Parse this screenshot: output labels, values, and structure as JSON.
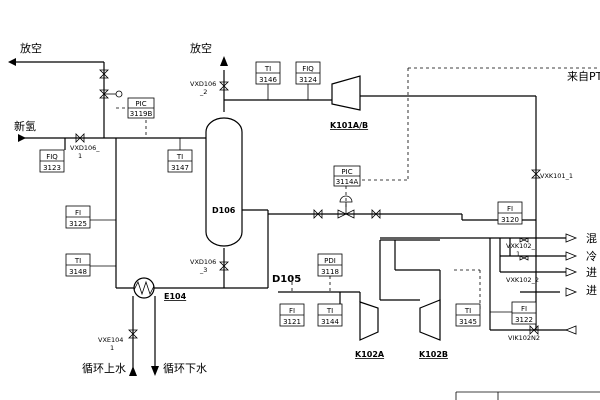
{
  "labels": {
    "vent_left": "放空",
    "vent_mid": "放空",
    "new_hydrogen": "新氢",
    "from_pt": "来自PT",
    "circ_water_in": "循环上水",
    "circ_water_out": "循环下水",
    "mix": "混",
    "cold": "冷",
    "out1": "进",
    "out2": "进"
  },
  "equipment": {
    "d106": "D106",
    "d105": "D105",
    "e104": "E104",
    "k101ab": "K101A/B",
    "k102a": "K102A",
    "k102b": "K102B"
  },
  "valves": {
    "vxd106_1": [
      "VXD106_",
      "1"
    ],
    "vxd106_2": [
      "VXD106",
      "_2"
    ],
    "vxd106_3": [
      "VXD106",
      "_3"
    ],
    "vxe104_1": [
      "VXE104",
      "1"
    ],
    "vxk101_1": "VXK101_1",
    "vxk102_1": [
      "VXK102_",
      "1"
    ],
    "vxk102_2": "VXK102_2",
    "vik102n2": "VIK102N2"
  },
  "instruments": {
    "pic3119b": [
      "PIC",
      "3119B"
    ],
    "fiq3123": [
      "FIQ",
      "3123"
    ],
    "ti3147": [
      "TI",
      "3147"
    ],
    "fi3125": [
      "FI",
      "3125"
    ],
    "ti3148": [
      "TI",
      "3148"
    ],
    "ti3146": [
      "TI",
      "3146"
    ],
    "fiq3124": [
      "FIQ",
      "3124"
    ],
    "pic3114a": [
      "PIC",
      "3114A"
    ],
    "fi3120": [
      "FI",
      "3120"
    ],
    "pdi3118": [
      "PDI",
      "3118"
    ],
    "fi3121": [
      "FI",
      "3121"
    ],
    "ti3144": [
      "TI",
      "3144"
    ],
    "ti3145": [
      "TI",
      "3145"
    ],
    "fi3122": [
      "FI",
      "3122"
    ]
  }
}
